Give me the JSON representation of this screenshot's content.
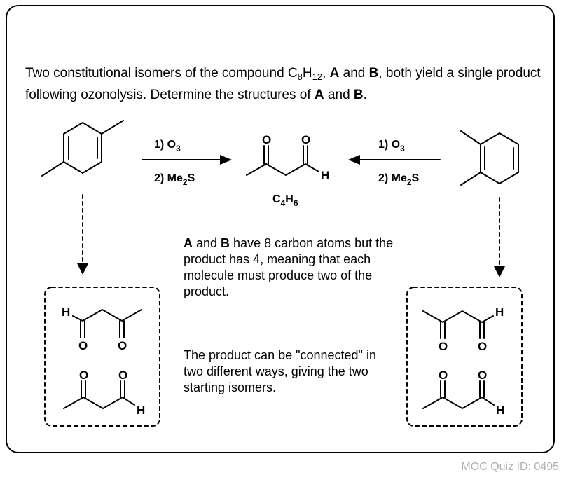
{
  "question": {
    "line1_pre": "Two constitutional isomers of the compound C",
    "c_sub": "8",
    "h_mid": "H",
    "h_sub": "12",
    "line1_post": ", ",
    "label_a": "A",
    "and1": " and ",
    "label_b": "B",
    "line1_end": ", both yield a single product following ozonolysis. Determine the structures of ",
    "label_a2": "A",
    "and2": " and ",
    "label_b2": "B",
    "period": "."
  },
  "left_reaction": {
    "step1": "1) O",
    "step1_sub": "3",
    "step2": "2) Me",
    "step2_sub": "2",
    "step2_end": "S"
  },
  "right_reaction": {
    "step1": "1) O",
    "step1_sub": "3",
    "step2": "2) Me",
    "step2_sub": "2",
    "step2_end": "S"
  },
  "product_formula": {
    "c": "C",
    "c_sub": "4",
    "h": "H",
    "h_sub": "6"
  },
  "atoms": {
    "oxygen": "O",
    "hydrogen": "H"
  },
  "explanation": {
    "p1_a": "A",
    "p1_and": " and ",
    "p1_b": "B",
    "p1_rest": " have 8 carbon atoms but the product has 4, meaning that each molecule must produce two of the product.",
    "p2": "The product can be \"connected\" in two different ways, giving the two starting isomers."
  },
  "footer": "MOC Quiz ID: 0495"
}
